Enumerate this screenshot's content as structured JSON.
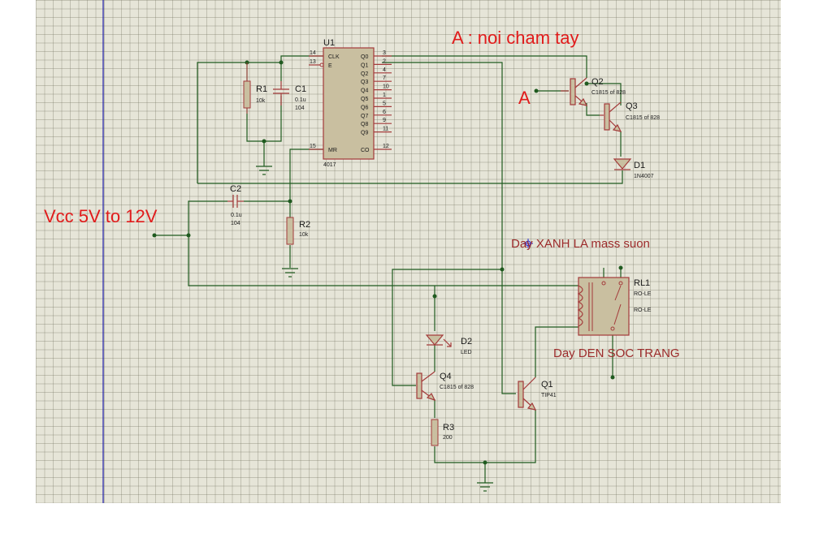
{
  "annotations": {
    "touch_point": "A : noi cham tay",
    "touch_label": "A",
    "vcc": "Vcc 5V to 12V",
    "green_wire": "Day XANH LA mass suon",
    "yellow_wire": "Day DEN SOC TRANG"
  },
  "colors": {
    "wire": "#1f5a1f",
    "component": "#a33a3a",
    "body_fill": "#c9bfa0",
    "annotation_red": "#e11b1b",
    "annotation_dark_red": "#9c2b2b",
    "origin_line": "#1a1aa8",
    "grid_bg": "#e6e5d8"
  },
  "components": {
    "u1": {
      "ref": "U1",
      "value": "4017",
      "left_pins": [
        {
          "num": "14",
          "name": "CLK"
        },
        {
          "num": "13",
          "name": "E"
        },
        {
          "num": "15",
          "name": "MR"
        }
      ],
      "right_pins": [
        {
          "num": "3",
          "name": "Q0"
        },
        {
          "num": "2",
          "name": "Q1"
        },
        {
          "num": "4",
          "name": "Q2"
        },
        {
          "num": "7",
          "name": "Q3"
        },
        {
          "num": "10",
          "name": "Q4"
        },
        {
          "num": "1",
          "name": "Q5"
        },
        {
          "num": "5",
          "name": "Q6"
        },
        {
          "num": "6",
          "name": "Q7"
        },
        {
          "num": "9",
          "name": "Q8"
        },
        {
          "num": "11",
          "name": "Q9"
        },
        {
          "num": "12",
          "name": "CO"
        }
      ]
    },
    "r1": {
      "ref": "R1",
      "value": "10k"
    },
    "c1": {
      "ref": "C1",
      "value": "0.1u",
      "code": "104"
    },
    "c2": {
      "ref": "C2",
      "value": "0.1u",
      "code": "104"
    },
    "r2": {
      "ref": "R2",
      "value": "10k"
    },
    "r3": {
      "ref": "R3",
      "value": "200"
    },
    "q1": {
      "ref": "Q1",
      "value": "TIP41"
    },
    "q2": {
      "ref": "Q2",
      "value": "C1815 of 828"
    },
    "q3": {
      "ref": "Q3",
      "value": "C1815 of 828"
    },
    "q4": {
      "ref": "Q4",
      "value": "C1815 of 828"
    },
    "d1": {
      "ref": "D1",
      "value": "1N4007"
    },
    "d2": {
      "ref": "D2",
      "value": "LED"
    },
    "rl1": {
      "ref": "RL1",
      "value1": "RO-LE",
      "value2": "RO-LE"
    }
  }
}
